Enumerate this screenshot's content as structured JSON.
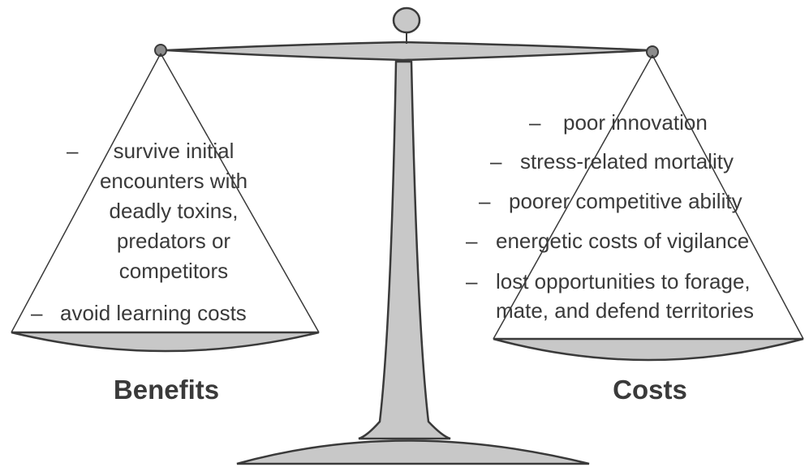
{
  "benefits": {
    "heading": "Benefits",
    "items": [
      {
        "lines": [
          "survive initial",
          "encounters with",
          "deadly toxins,",
          "predators or",
          "competitors"
        ]
      },
      {
        "lines": [
          "avoid learning costs"
        ]
      }
    ]
  },
  "costs": {
    "heading": "Costs",
    "items": [
      {
        "lines": [
          "poor innovation"
        ]
      },
      {
        "lines": [
          "stress-related mortality"
        ]
      },
      {
        "lines": [
          "poorer competitive ability"
        ]
      },
      {
        "lines": [
          "energetic costs of vigilance"
        ]
      },
      {
        "lines": [
          "lost opportunities to forage,",
          "mate, and defend territories"
        ]
      }
    ]
  },
  "dash_glyph": "–",
  "colors": {
    "metal_fill": "#c8c8c8",
    "outline": "#3a3a3a",
    "text": "#3a3a3a"
  }
}
